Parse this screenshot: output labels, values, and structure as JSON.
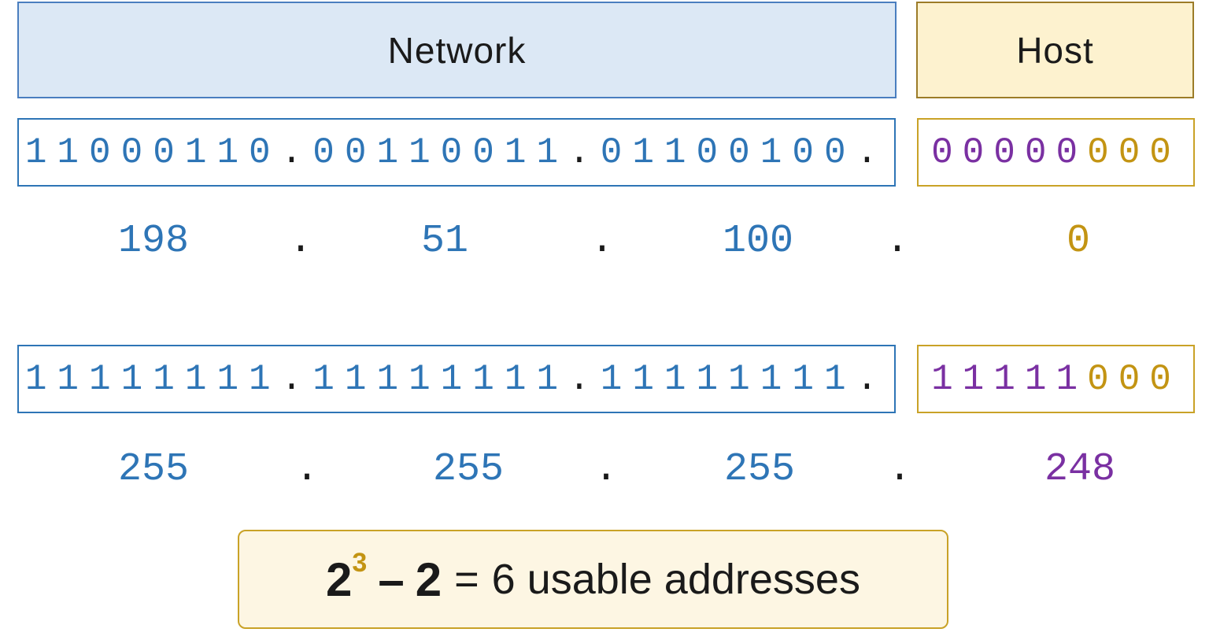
{
  "colors": {
    "network_blue": "#2E75B6",
    "bit_purple": "#7A30A2",
    "bit_gold": "#C39413",
    "text_black": "#1A1A1A",
    "network_header_fill": "#DCE8F5",
    "network_header_border": "#4A7EBF",
    "host_header_fill": "#FDF2CF",
    "host_header_border": "#9C7C28",
    "binary_network_border": "#2E75B6",
    "binary_host_border": "#C9A227",
    "formula_fill": "#FDF6E3",
    "formula_border": "#C9A227"
  },
  "headers": {
    "network": "Network",
    "host": "Host"
  },
  "address_row": {
    "binary": {
      "octet1": "11000110",
      "octet2": "00110011",
      "octet3": "01100100",
      "dot": ".",
      "host_network_bits": "00000",
      "host_host_bits": "000"
    },
    "decimal": {
      "octet1": "198",
      "octet2": "51",
      "octet3": "100",
      "octet4": "0",
      "dot": "."
    }
  },
  "mask_row": {
    "binary": {
      "octet1": "11111111",
      "octet2": "11111111",
      "octet3": "11111111",
      "dot": ".",
      "host_network_bits": "11111",
      "host_host_bits": "000"
    },
    "decimal": {
      "octet1": "255",
      "octet2": "255",
      "octet3": "255",
      "octet4": "248",
      "dot": "."
    }
  },
  "formula": {
    "base": "2",
    "exponent": "3",
    "operator": "–",
    "subtrahend": "2",
    "equals": "=",
    "result": "6 usable addresses"
  }
}
